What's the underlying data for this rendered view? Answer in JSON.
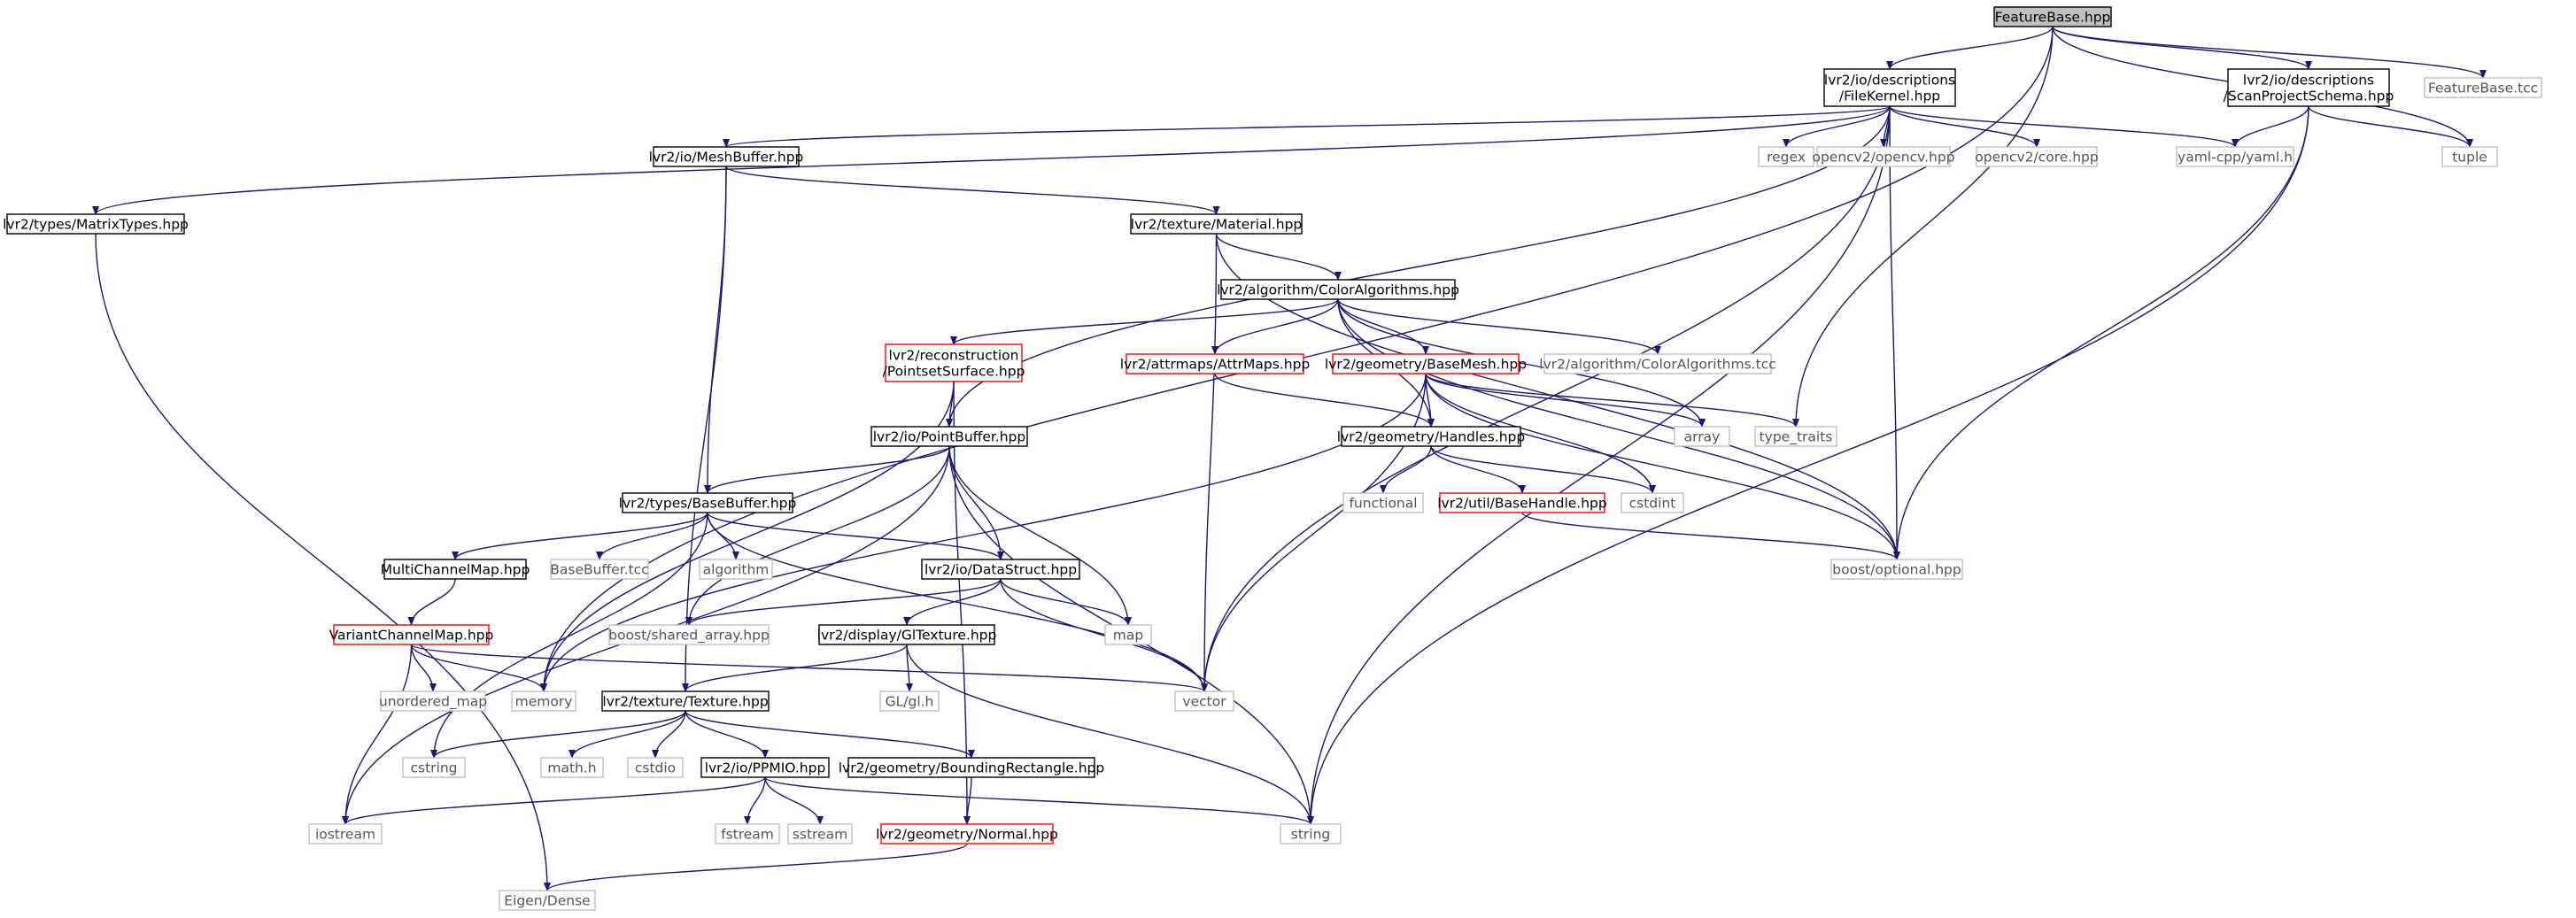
{
  "colors": {
    "edge": "#191970",
    "node_root_fill": "#bfbfbf",
    "node_border_black": "#000000",
    "node_border_red": "#ff0000",
    "node_border_gray": "#bfbfbf",
    "text_black": "#000000",
    "text_gray": "#555555"
  },
  "nodes": [
    {
      "id": "featurebase",
      "lines": [
        "FeatureBase.hpp"
      ],
      "style": "root"
    },
    {
      "id": "filekernel",
      "lines": [
        "lvr2/io/descriptions",
        "/FileKernel.hpp"
      ],
      "style": "black"
    },
    {
      "id": "scanprojectschema",
      "lines": [
        "lvr2/io/descriptions",
        "/ScanProjectSchema.hpp"
      ],
      "style": "black"
    },
    {
      "id": "featurebase_tcc",
      "lines": [
        "FeatureBase.tcc"
      ],
      "style": "gray"
    },
    {
      "id": "tuple",
      "lines": [
        "tuple"
      ],
      "style": "gray"
    },
    {
      "id": "meshbuffer",
      "lines": [
        "lvr2/io/MeshBuffer.hpp"
      ],
      "style": "black"
    },
    {
      "id": "matrixtypes",
      "lines": [
        "lvr2/types/MatrixTypes.hpp"
      ],
      "style": "black"
    },
    {
      "id": "regex",
      "lines": [
        "regex"
      ],
      "style": "gray"
    },
    {
      "id": "opencv",
      "lines": [
        "opencv2/opencv.hpp"
      ],
      "style": "gray"
    },
    {
      "id": "opencvcore",
      "lines": [
        "opencv2/core.hpp"
      ],
      "style": "gray"
    },
    {
      "id": "yamlcpp",
      "lines": [
        "yaml-cpp/yaml.h"
      ],
      "style": "gray"
    },
    {
      "id": "material",
      "lines": [
        "lvr2/texture/Material.hpp"
      ],
      "style": "black"
    },
    {
      "id": "coloralgorithms",
      "lines": [
        "lvr2/algorithm/ColorAlgorithms.hpp"
      ],
      "style": "black"
    },
    {
      "id": "pointsetsurface",
      "lines": [
        "lvr2/reconstruction",
        "/PointsetSurface.hpp"
      ],
      "style": "red"
    },
    {
      "id": "attrmaps",
      "lines": [
        "lvr2/attrmaps/AttrMaps.hpp"
      ],
      "style": "red"
    },
    {
      "id": "basemesh",
      "lines": [
        "lvr2/geometry/BaseMesh.hpp"
      ],
      "style": "red"
    },
    {
      "id": "coloralgorithms_tcc",
      "lines": [
        "lvr2/algorithm/ColorAlgorithms.tcc"
      ],
      "style": "gray"
    },
    {
      "id": "pointbuffer",
      "lines": [
        "lvr2/io/PointBuffer.hpp"
      ],
      "style": "black"
    },
    {
      "id": "handles",
      "lines": [
        "lvr2/geometry/Handles.hpp"
      ],
      "style": "black"
    },
    {
      "id": "array",
      "lines": [
        "array"
      ],
      "style": "gray"
    },
    {
      "id": "type_traits",
      "lines": [
        "type_traits"
      ],
      "style": "gray"
    },
    {
      "id": "basebuffer",
      "lines": [
        "lvr2/types/BaseBuffer.hpp"
      ],
      "style": "black"
    },
    {
      "id": "functional",
      "lines": [
        "functional"
      ],
      "style": "gray"
    },
    {
      "id": "basehandle",
      "lines": [
        "lvr2/util/BaseHandle.hpp"
      ],
      "style": "red"
    },
    {
      "id": "cstdint",
      "lines": [
        "cstdint"
      ],
      "style": "gray"
    },
    {
      "id": "multichannelmap",
      "lines": [
        "MultiChannelMap.hpp"
      ],
      "style": "black"
    },
    {
      "id": "basebuffer_tcc",
      "lines": [
        "BaseBuffer.tcc"
      ],
      "style": "gray"
    },
    {
      "id": "algorithm",
      "lines": [
        "algorithm"
      ],
      "style": "gray"
    },
    {
      "id": "datastruct",
      "lines": [
        "lvr2/io/DataStruct.hpp"
      ],
      "style": "black"
    },
    {
      "id": "boostoptional",
      "lines": [
        "boost/optional.hpp"
      ],
      "style": "gray"
    },
    {
      "id": "variantchannelmap",
      "lines": [
        "VariantChannelMap.hpp"
      ],
      "style": "red"
    },
    {
      "id": "shared_array",
      "lines": [
        "boost/shared_array.hpp"
      ],
      "style": "gray"
    },
    {
      "id": "gltexture",
      "lines": [
        "lvr2/display/GlTexture.hpp"
      ],
      "style": "black"
    },
    {
      "id": "map",
      "lines": [
        "map"
      ],
      "style": "gray"
    },
    {
      "id": "unordered_map",
      "lines": [
        "unordered_map"
      ],
      "style": "gray"
    },
    {
      "id": "memory",
      "lines": [
        "memory"
      ],
      "style": "gray"
    },
    {
      "id": "texture",
      "lines": [
        "lvr2/texture/Texture.hpp"
      ],
      "style": "black"
    },
    {
      "id": "gl_h",
      "lines": [
        "GL/gl.h"
      ],
      "style": "gray"
    },
    {
      "id": "vector",
      "lines": [
        "vector"
      ],
      "style": "gray"
    },
    {
      "id": "cstring",
      "lines": [
        "cstring"
      ],
      "style": "gray"
    },
    {
      "id": "math_h",
      "lines": [
        "math.h"
      ],
      "style": "gray"
    },
    {
      "id": "cstdio",
      "lines": [
        "cstdio"
      ],
      "style": "gray"
    },
    {
      "id": "ppmio",
      "lines": [
        "lvr2/io/PPMIO.hpp"
      ],
      "style": "black"
    },
    {
      "id": "boundingrect",
      "lines": [
        "lvr2/geometry/BoundingRectangle.hpp"
      ],
      "style": "black"
    },
    {
      "id": "iostream",
      "lines": [
        "iostream"
      ],
      "style": "gray"
    },
    {
      "id": "fstream",
      "lines": [
        "fstream"
      ],
      "style": "gray"
    },
    {
      "id": "sstream",
      "lines": [
        "sstream"
      ],
      "style": "gray"
    },
    {
      "id": "string",
      "lines": [
        "string"
      ],
      "style": "gray"
    },
    {
      "id": "normal",
      "lines": [
        "lvr2/geometry/Normal.hpp"
      ],
      "style": "red"
    },
    {
      "id": "eigendense",
      "lines": [
        "Eigen/Dense"
      ],
      "style": "gray"
    }
  ],
  "edges": [
    [
      "featurebase",
      "filekernel"
    ],
    [
      "featurebase",
      "scanprojectschema"
    ],
    [
      "featurebase",
      "featurebase_tcc"
    ],
    [
      "featurebase",
      "tuple"
    ],
    [
      "featurebase",
      "memory"
    ],
    [
      "featurebase",
      "type_traits"
    ],
    [
      "filekernel",
      "meshbuffer"
    ],
    [
      "filekernel",
      "matrixtypes"
    ],
    [
      "filekernel",
      "regex"
    ],
    [
      "filekernel",
      "opencv"
    ],
    [
      "filekernel",
      "opencvcore"
    ],
    [
      "filekernel",
      "yamlcpp"
    ],
    [
      "filekernel",
      "boostoptional"
    ],
    [
      "filekernel",
      "vector"
    ],
    [
      "filekernel",
      "string"
    ],
    [
      "filekernel",
      "pointbuffer"
    ],
    [
      "scanprojectschema",
      "yamlcpp"
    ],
    [
      "scanprojectschema",
      "tuple"
    ],
    [
      "scanprojectschema",
      "boostoptional"
    ],
    [
      "scanprojectschema",
      "string"
    ],
    [
      "meshbuffer",
      "material"
    ],
    [
      "meshbuffer",
      "basebuffer"
    ],
    [
      "meshbuffer",
      "texture"
    ],
    [
      "matrixtypes",
      "eigendense"
    ],
    [
      "material",
      "coloralgorithms"
    ],
    [
      "material",
      "boostoptional"
    ],
    [
      "material",
      "vector"
    ],
    [
      "coloralgorithms",
      "pointsetsurface"
    ],
    [
      "coloralgorithms",
      "attrmaps"
    ],
    [
      "coloralgorithms",
      "basemesh"
    ],
    [
      "coloralgorithms",
      "coloralgorithms_tcc"
    ],
    [
      "coloralgorithms",
      "handles"
    ],
    [
      "coloralgorithms",
      "array"
    ],
    [
      "coloralgorithms",
      "boostoptional"
    ],
    [
      "pointsetsurface",
      "pointbuffer"
    ],
    [
      "pointsetsurface",
      "memory"
    ],
    [
      "pointsetsurface",
      "normal"
    ],
    [
      "attrmaps",
      "handles"
    ],
    [
      "basemesh",
      "handles"
    ],
    [
      "basemesh",
      "array"
    ],
    [
      "basemesh",
      "type_traits"
    ],
    [
      "basemesh",
      "cstdint"
    ],
    [
      "basemesh",
      "boostoptional"
    ],
    [
      "basemesh",
      "vector"
    ],
    [
      "basemesh",
      "memory"
    ],
    [
      "pointbuffer",
      "basebuffer"
    ],
    [
      "pointbuffer",
      "datastruct"
    ],
    [
      "pointbuffer",
      "shared_array"
    ],
    [
      "pointbuffer",
      "map"
    ],
    [
      "pointbuffer",
      "string"
    ],
    [
      "pointbuffer",
      "iostream"
    ],
    [
      "handles",
      "functional"
    ],
    [
      "handles",
      "basehandle"
    ],
    [
      "handles",
      "cstdint"
    ],
    [
      "basehandle",
      "boostoptional"
    ],
    [
      "basebuffer",
      "multichannelmap"
    ],
    [
      "basebuffer",
      "basebuffer_tcc"
    ],
    [
      "basebuffer",
      "algorithm"
    ],
    [
      "basebuffer",
      "datastruct"
    ],
    [
      "basebuffer",
      "vector"
    ],
    [
      "basebuffer",
      "cstring"
    ],
    [
      "multichannelmap",
      "variantchannelmap"
    ],
    [
      "datastruct",
      "shared_array"
    ],
    [
      "datastruct",
      "map"
    ],
    [
      "datastruct",
      "gltexture"
    ],
    [
      "datastruct",
      "vector"
    ],
    [
      "variantchannelmap",
      "unordered_map"
    ],
    [
      "variantchannelmap",
      "memory"
    ],
    [
      "variantchannelmap",
      "iostream"
    ],
    [
      "variantchannelmap",
      "vector"
    ],
    [
      "gltexture",
      "texture"
    ],
    [
      "gltexture",
      "gl_h"
    ],
    [
      "gltexture",
      "string"
    ],
    [
      "texture",
      "cstring"
    ],
    [
      "texture",
      "math_h"
    ],
    [
      "texture",
      "cstdio"
    ],
    [
      "texture",
      "ppmio"
    ],
    [
      "texture",
      "boundingrect"
    ],
    [
      "ppmio",
      "iostream"
    ],
    [
      "ppmio",
      "fstream"
    ],
    [
      "ppmio",
      "sstream"
    ],
    [
      "ppmio",
      "string"
    ],
    [
      "boundingrect",
      "normal"
    ],
    [
      "normal",
      "eigendense"
    ]
  ]
}
